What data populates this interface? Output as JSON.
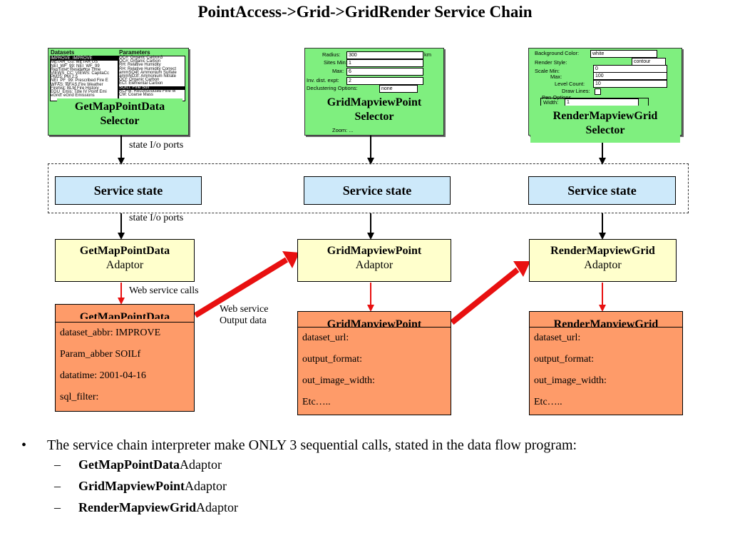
{
  "title": "PointAccess->Grid->GridRender Service Chain",
  "selectors": [
    {
      "line1": "GetMapPointData",
      "line2": "Selector",
      "screenshot": {
        "col1_header": "Datasets",
        "col2_header": "Parameters",
        "col1_items": [
          "IMPROVE_IMPROVE",
          "METAR_US: METAR US",
          "NEI_WF_99: NEI_WF_99",
          "ResTime: Residence Time",
          "VIEWS_CC: VIEWS: CapitaCc",
          "PM25: PM 2.5",
          "NEI_PF_99: Prescribed Fire E",
          "WFAS: WFAS Fire Weather",
          "Firehist: BLM Fire History",
          "EGU_Emis: Title IV Point Emi",
          "eGrid: eGrid Emissions"
        ],
        "col2_items": [
          "OC#: Organic Carbon3",
          "OC#: Organic Carbon",
          "RH: Relative Humidity",
          "RH: Relative Humidity Correct",
          "ammSO4f: Ammonium Sulfate",
          "ammNO3f: Ammonium Nitrate",
          "OCf: Organic Carbon",
          "ECf: Elemental Carbon",
          "SOILf: Fine Soil",
          "RCFM: Reconstructed Fine M",
          "CM: Coarse Mass"
        ]
      }
    },
    {
      "line1": "GridMapviewPoint",
      "line2": "Selector",
      "screenshot": {
        "fields": [
          {
            "label": "Radius:",
            "value": "300",
            "unit": "km"
          },
          {
            "label": "Sites Min:",
            "value": "1"
          },
          {
            "label": "Max:",
            "value": "6"
          },
          {
            "label": "Inv. dist. expt:",
            "value": "2"
          },
          {
            "label": "Declustering Options:",
            "value": "none"
          }
        ],
        "footer": "Zoom: ..."
      }
    },
    {
      "line1": "RenderMapviewGrid",
      "line2": "Selector",
      "screenshot": {
        "fields": [
          {
            "label": "Background Color:",
            "value": "white"
          },
          {
            "label": "Render Style:",
            "value": "contour"
          },
          {
            "label": "Scale Min:",
            "value": "0"
          },
          {
            "label": "Max:",
            "value": "100"
          },
          {
            "label": "Level Count:",
            "value": "10"
          },
          {
            "label": "Draw Lines:",
            "value": ""
          },
          {
            "label": "Pen Options",
            "value": ""
          },
          {
            "label": "Width:",
            "value": "1"
          }
        ]
      }
    }
  ],
  "state_ports_label": "state I/o ports",
  "service_state_label": "Service state",
  "adaptors": [
    {
      "bold": "GetMapPointData",
      "plain": "Adaptor"
    },
    {
      "bold": "GridMapviewPoint",
      "plain": "Adaptor"
    },
    {
      "bold": "RenderMapviewGrid",
      "plain": "Adaptor"
    }
  ],
  "web_service_calls_label": "Web service calls",
  "web_service_output_label_line1": "Web service",
  "web_service_output_label_line2": "Output data",
  "services": [
    {
      "title": "GetMapPointData",
      "params": [
        "dataset_abbr: IMPROVE",
        "Param_abber SOILf",
        "datatime: 2001-04-16",
        "sql_filter:"
      ]
    },
    {
      "title": "GridMapviewPoint",
      "params": [
        "dataset_url:",
        "output_format:",
        "out_image_width:",
        "Etc….."
      ]
    },
    {
      "title": "RenderMapviewGrid",
      "params": [
        "dataset_url:",
        "output_format:",
        "out_image_width:",
        "Etc….."
      ]
    }
  ],
  "bullets": {
    "main": "The service chain interpreter make ONLY 3 sequential calls, stated in the data flow program:",
    "items": [
      {
        "bold": "GetMapPointData",
        "plain": "Adaptor"
      },
      {
        "bold": "GridMapviewPoint",
        "plain": "Adaptor"
      },
      {
        "bold": "RenderMapviewGrid",
        "plain": "Adaptor"
      }
    ]
  },
  "colors": {
    "selector_green": "#7fef7f",
    "state_blue": "#cde9fa",
    "adaptor_yellow": "#ffffcc",
    "service_orange": "#fe9b69",
    "arrow_red": "#e81010"
  }
}
